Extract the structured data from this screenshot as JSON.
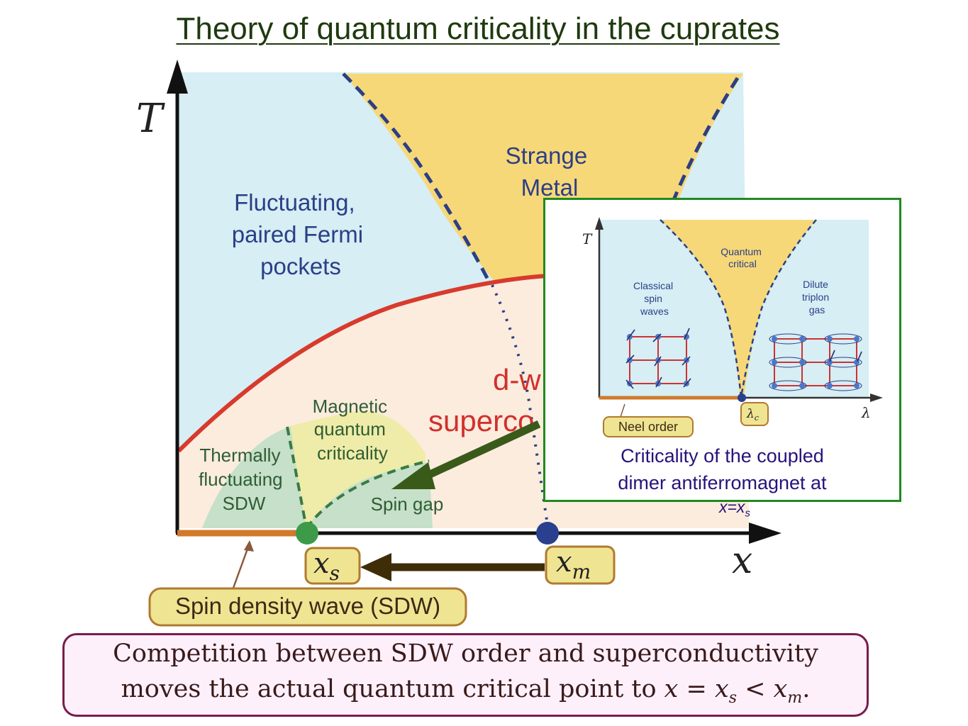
{
  "title": "Theory of quantum criticality in the cuprates",
  "main_diagram": {
    "axis_y": "T",
    "axis_x": "x",
    "regions": {
      "fluctuating": [
        "Fluctuating,",
        "paired Fermi",
        "pockets"
      ],
      "strange_metal": [
        "Strange",
        "Metal"
      ],
      "dwave": [
        "d-w",
        "superco"
      ],
      "magnetic": [
        "Magnetic",
        "quantum",
        "criticality"
      ],
      "thermal": [
        "Thermally",
        "fluctuating",
        "SDW"
      ],
      "spin_gap": "Spin gap"
    },
    "points": {
      "xs_main": "x",
      "xs_sub": "s",
      "xm_main": "x",
      "xm_sub": "m"
    },
    "sdw_label": "Spin density wave (SDW)",
    "colors": {
      "light_blue": "#d6eef4",
      "yellow": "#f7d878",
      "peach": "#fbecde",
      "green_region": "#c6e0c9",
      "pale_yellow": "#eeeca8",
      "red_curve": "#d83a2c",
      "dashed_blue": "#2b3f86",
      "orange_bar": "#d07a2a",
      "green_dot": "#3d9a48",
      "blue_dot": "#2a3f8e",
      "arrow_dark": "#3f2d08",
      "arrow_green": "#3a5a1a"
    }
  },
  "inset": {
    "axis_y": "T",
    "axis_x": "λ",
    "quantum_critical": [
      "Quantum",
      "critical"
    ],
    "classical": [
      "Classical",
      "spin",
      "waves"
    ],
    "dilute": [
      "Dilute",
      "triplon",
      "gas"
    ],
    "neel_label": "Neel order",
    "lambda_c_main": "λ",
    "lambda_c_sub": "c",
    "caption_line1": "Criticality of the coupled",
    "caption_line2": "dimer antiferromagnet at",
    "caption_line3": "x=x",
    "caption_line3_sub": "s"
  },
  "bottom": {
    "line1": "Competition between SDW order and superconductivity",
    "line2_text": "moves the actual quantum critical point to ",
    "line2_math": "x = x",
    "line2_math_sub": "s",
    "line2_lt": " < x",
    "line2_lt_sub": "m",
    "line2_end": "."
  }
}
